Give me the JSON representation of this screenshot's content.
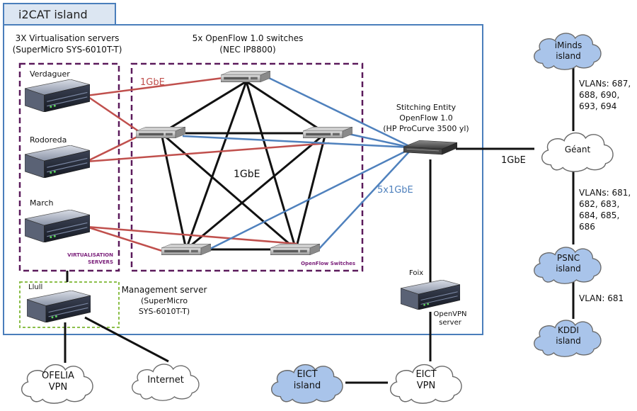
{
  "island": {
    "title": "i2CAT island"
  },
  "virt": {
    "title": "3X Virtualisation servers",
    "subtitle": "(SuperMicro SYS-6010T-T)",
    "box_label_1": "VIRTUALISATION",
    "box_label_2": "SERVERS",
    "servers": [
      "Verdaguer",
      "Rodoreda",
      "March"
    ]
  },
  "switches": {
    "title": "5x OpenFlow 1.0 switches",
    "subtitle": "(NEC IP8800)",
    "box_label": "OpenFlow Switches",
    "mesh_label": "1GbE"
  },
  "links": {
    "red_label": "1GbE",
    "blue_label": "5x1GbE",
    "geant_label": "1GbE"
  },
  "stitching": {
    "line1": "Stitching Entity",
    "line2": "OpenFlow 1.0",
    "line3": "(HP ProCurve 3500 yl)"
  },
  "mgmt": {
    "server": "Llull",
    "title": "Management server",
    "line2": "(SuperMicro",
    "line3": "SYS-6010T-T)"
  },
  "foix": {
    "name": "Foix",
    "line1": "OpenVPN",
    "line2": "server"
  },
  "clouds": {
    "iminds": [
      "iMinds",
      "island"
    ],
    "geant": [
      "Géant"
    ],
    "psnc": [
      "PSNC",
      "island"
    ],
    "kddi": [
      "KDDI",
      "island"
    ],
    "ofelia": [
      "OFELIA",
      "VPN"
    ],
    "internet": [
      "Internet"
    ],
    "eict_island": [
      "EICT",
      "island"
    ],
    "eict_vpn": [
      "EICT",
      "VPN"
    ]
  },
  "vlans": {
    "iminds_geant": [
      "VLANs: 687,",
      "688, 690,",
      "693, 694"
    ],
    "geant_psnc": [
      "VLANs: 681,",
      "682, 683,",
      "684, 685,",
      "686"
    ],
    "psnc_kddi": [
      "VLAN: 681"
    ]
  },
  "colors": {
    "island_border": "#4a7ebb",
    "island_tab": "#dce6f2",
    "dashed_purple": "#5b1a5b",
    "dashed_green": "#8cbf4a",
    "red_link": "#c0504d",
    "blue_link": "#4f81bd",
    "cloud_blue": "#a9c4ea",
    "cloud_white": "#ffffff"
  }
}
